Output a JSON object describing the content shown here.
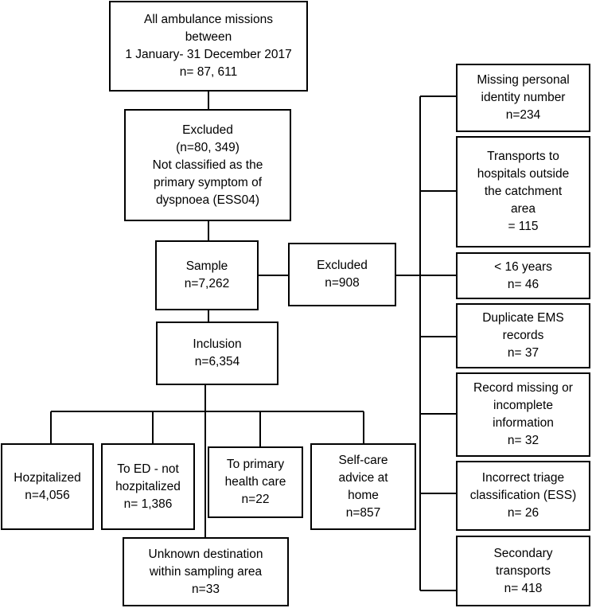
{
  "boxes": {
    "all_missions": [
      "All ambulance missions",
      "between",
      "1 January- 31 December 2017",
      "n= 87, 611"
    ],
    "excluded_main": [
      "Excluded",
      "(n=80, 349)",
      "Not classified as the",
      "primary symptom of",
      "dyspnoea (ESS04)"
    ],
    "sample": [
      "Sample",
      "n=7,262"
    ],
    "excluded_908": [
      "Excluded",
      "n=908"
    ],
    "inclusion": [
      "Inclusion",
      "n=6,354"
    ],
    "hospitalized": [
      "Hozpitalized",
      "n=4,056"
    ],
    "to_ed": [
      "To ED - not",
      "hozpitalized",
      "n= 1,386"
    ],
    "primary_care": [
      "To primary",
      "health care",
      "n=22"
    ],
    "self_care": [
      "Self-care",
      "advice at",
      "home",
      "n=857"
    ],
    "unknown_destination": [
      "Unknown destination",
      "within sampling area",
      "n=33"
    ],
    "missing_pin": [
      "Missing personal",
      "identity number",
      "n=234"
    ],
    "outside_catchment": [
      "Transports to",
      "hospitals outside",
      "the catchment",
      "area",
      "= 115"
    ],
    "under_16": [
      "< 16 years",
      "n= 46"
    ],
    "duplicate_ems": [
      "Duplicate EMS",
      "records",
      "n= 37"
    ],
    "record_missing": [
      "Record missing or",
      "incomplete",
      "information",
      "n= 32"
    ],
    "incorrect_triage": [
      "Incorrect triage",
      "classification (ESS)",
      "n= 26"
    ],
    "secondary_transports": [
      "Secondary",
      "transports",
      "n= 418"
    ]
  }
}
